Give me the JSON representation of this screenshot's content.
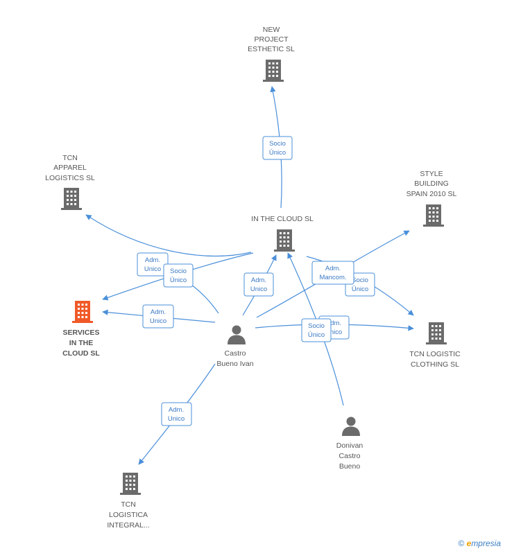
{
  "nodes": {
    "new_project": {
      "label": [
        "NEW",
        "PROJECT",
        "ESTHETIC SL"
      ],
      "type": "company"
    },
    "tcn_apparel": {
      "label": [
        "TCN",
        "APPAREL",
        "LOGISTICS SL"
      ],
      "type": "company"
    },
    "style_building": {
      "label": [
        "STYLE",
        "BUILDING",
        "SPAIN 2010 SL"
      ],
      "type": "company"
    },
    "in_the_cloud": {
      "label": [
        "IN THE CLOUD SL"
      ],
      "type": "company"
    },
    "services_cloud": {
      "label": [
        "SERVICES",
        "IN THE",
        "CLOUD SL"
      ],
      "type": "company-highlight"
    },
    "castro_ivan": {
      "label": [
        "Castro",
        "Bueno Ivan"
      ],
      "type": "person"
    },
    "tcn_logistic": {
      "label": [
        "TCN LOGISTIC",
        "CLOTHING SL"
      ],
      "type": "company"
    },
    "donivan": {
      "label": [
        "Donivan",
        "Castro",
        "Bueno"
      ],
      "type": "person"
    },
    "tcn_logistica": {
      "label": [
        "TCN",
        "LOGISTICA",
        "INTEGRAL..."
      ],
      "type": "company"
    }
  },
  "relations": [
    {
      "id": "r1",
      "label": [
        "Socio",
        "Único"
      ]
    },
    {
      "id": "r2",
      "label": [
        "Adm.",
        "Unico"
      ]
    },
    {
      "id": "r3",
      "label": [
        "Socio",
        "Único"
      ]
    },
    {
      "id": "r4",
      "label": [
        "Adm.",
        "Unico"
      ]
    },
    {
      "id": "r5",
      "label": [
        "Adm.",
        "Unico"
      ]
    },
    {
      "id": "r6",
      "label": [
        "Adm.",
        "Mancom."
      ]
    },
    {
      "id": "r7",
      "label": [
        "Socio",
        "Único"
      ]
    },
    {
      "id": "r8",
      "label": [
        "Adm.",
        "Unico"
      ]
    },
    {
      "id": "r9",
      "label": [
        "Socio",
        "Único"
      ]
    },
    {
      "id": "r10",
      "label": [
        "Adm.",
        "Unico"
      ]
    }
  ],
  "colors": {
    "edge": "#4a8fd9",
    "company_icon": "#6b6b6b",
    "highlight_icon": "#f05a28",
    "person_icon": "#6b6b6b"
  },
  "watermark": {
    "copyright": "©",
    "brand_first": "e",
    "brand_rest": "mpresia"
  }
}
